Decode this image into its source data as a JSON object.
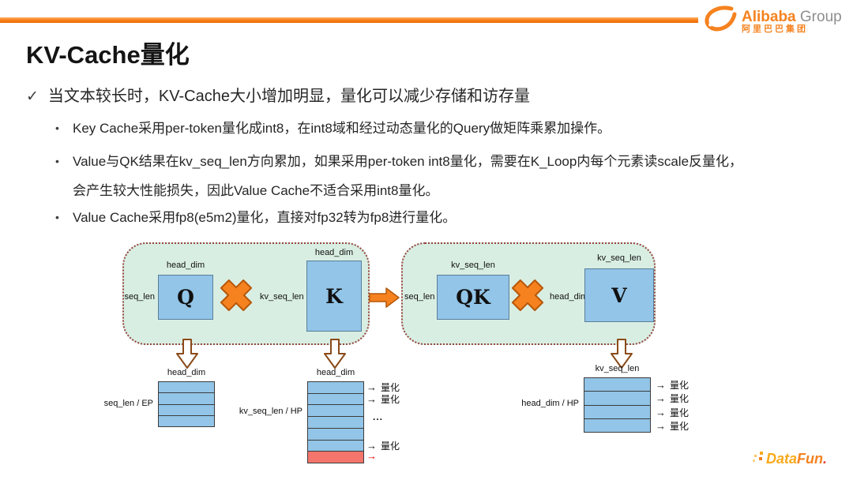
{
  "header": {
    "logo": {
      "brand": "Alibaba",
      "suffix": "Group",
      "chinese": "阿里巴巴集团"
    },
    "accent_color": "#f8821d"
  },
  "title": "KV-Cache量化",
  "bullets": {
    "check": "✓",
    "main": "当文本较长时，KV-Cache大小增加明显，量化可以减少存储和访存量",
    "dot": "•",
    "sub": [
      {
        "lines": [
          "Key Cache采用per-token量化成int8，在int8域和经过动态量化的Query做矩阵乘累加操作。"
        ]
      },
      {
        "lines": [
          "Value与QK结果在kv_seq_len方向累加，如果采用per-token int8量化，需要在K_Loop内每个元素读scale反量化，",
          "会产生较大性能损失，因此Value Cache不适合采用int8量化。"
        ]
      },
      {
        "lines": [
          "Value Cache采用fp8(e5m2)量化，直接对fp32转为fp8进行量化。"
        ]
      }
    ]
  },
  "diagram": {
    "groups": {
      "qk": {
        "q": {
          "name": "Q",
          "top_label": "head_dim",
          "left_label": "seq_len"
        },
        "k": {
          "name": "K",
          "top_label": "head_dim",
          "left_label": "kv_seq_len"
        }
      },
      "qkv": {
        "qk": {
          "name": "QK",
          "top_label": "kv_seq_len",
          "left_label": "seq_len"
        },
        "v": {
          "name": "V",
          "top_label": "kv_seq_len",
          "left_label": "head_dim"
        }
      }
    },
    "tables": {
      "q_cache": {
        "top_label": "head_dim",
        "left_label": "seq_len / EP",
        "rows": 4
      },
      "k_cache": {
        "top_label": "head_dim",
        "left_label": "kv_seq_len / HP",
        "rows": 7
      },
      "v_cache": {
        "top_label": "kv_seq_len",
        "left_label": "head_dim / HP",
        "rows": 4
      }
    },
    "quantize_label": "量化",
    "ellipsis": "...",
    "arrow_glyph": "→",
    "colors": {
      "group_fill": "#d9eee3",
      "matrix_fill": "#92c5e8",
      "orange": "#f5811f",
      "red_row": "#f4756b"
    }
  },
  "footer": {
    "logo_word1": "Data",
    "logo_word2": "Fun",
    "logo_dot": "."
  }
}
